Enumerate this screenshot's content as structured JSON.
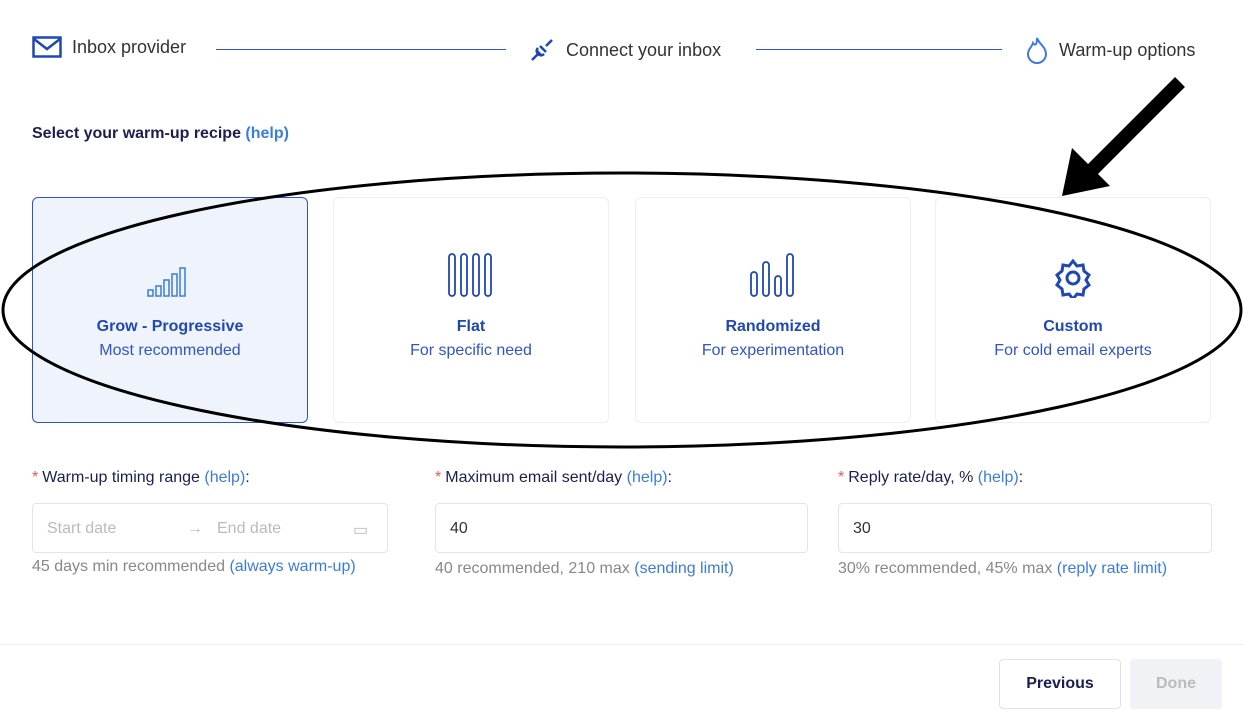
{
  "steps": [
    {
      "label": "Inbox provider",
      "icon": "envelope-icon"
    },
    {
      "label": "Connect your inbox",
      "icon": "plug-icon"
    },
    {
      "label": "Warm-up options",
      "icon": "flame-icon"
    }
  ],
  "heading": {
    "text": "Select your warm-up recipe",
    "help": "(help)"
  },
  "recipes": [
    {
      "title": "Grow - Progressive",
      "subtitle": "Most recommended",
      "icon": "progressive-bars-icon",
      "selected": true
    },
    {
      "title": "Flat",
      "subtitle": "For specific need",
      "icon": "flat-bars-icon"
    },
    {
      "title": "Randomized",
      "subtitle": "For experimentation",
      "icon": "random-bars-icon"
    },
    {
      "title": "Custom",
      "subtitle": "For cold email experts",
      "icon": "gear-icon"
    }
  ],
  "fields": {
    "timing": {
      "label": "Warm-up timing range",
      "help": "(help)",
      "colon": ":",
      "start_placeholder": "Start date",
      "end_placeholder": "End date",
      "hint": "45 days min recommended",
      "hint_link": "(always warm-up)"
    },
    "max_email": {
      "label": "Maximum email sent/day",
      "help": "(help)",
      "colon": ":",
      "value": "40",
      "hint": "40 recommended, 210 max",
      "hint_link": "(sending limit)"
    },
    "reply_rate": {
      "label": "Reply rate/day, %",
      "help": "(help)",
      "colon": ":",
      "value": "30",
      "hint": "30% recommended, 45% max",
      "hint_link": "(reply rate limit)"
    }
  },
  "buttons": {
    "previous": "Previous",
    "done": "Done"
  },
  "colors": {
    "accent": "#2f55c8",
    "link": "#3b7be0",
    "required": "#e55555"
  }
}
